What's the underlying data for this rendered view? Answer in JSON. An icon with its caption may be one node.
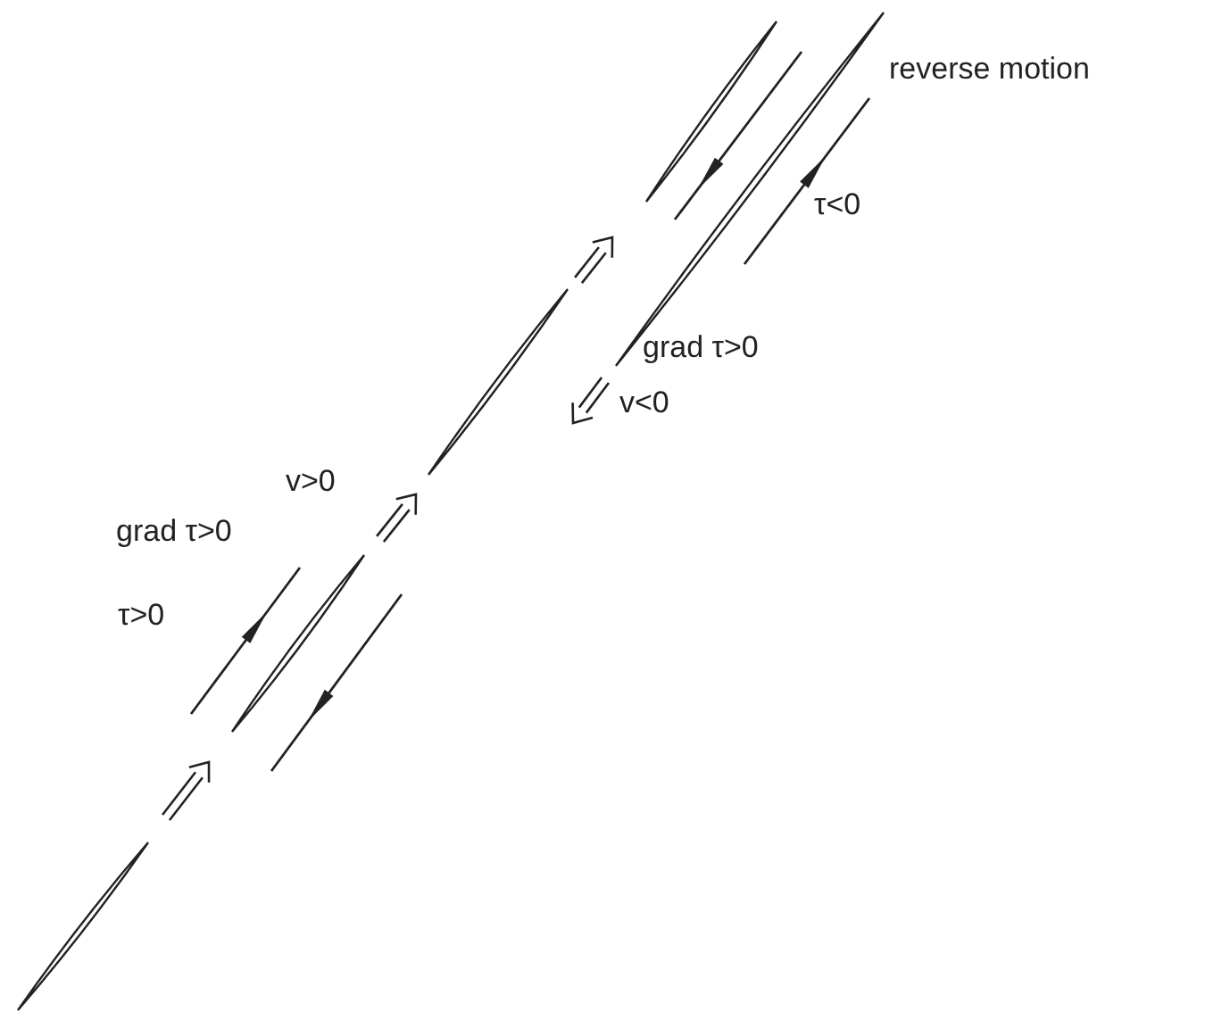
{
  "diagram": {
    "labels": [
      "reverse motion",
      "τ<0",
      "grad τ>0",
      "v<0",
      "v>0",
      "grad τ>0",
      "τ>0"
    ]
  }
}
